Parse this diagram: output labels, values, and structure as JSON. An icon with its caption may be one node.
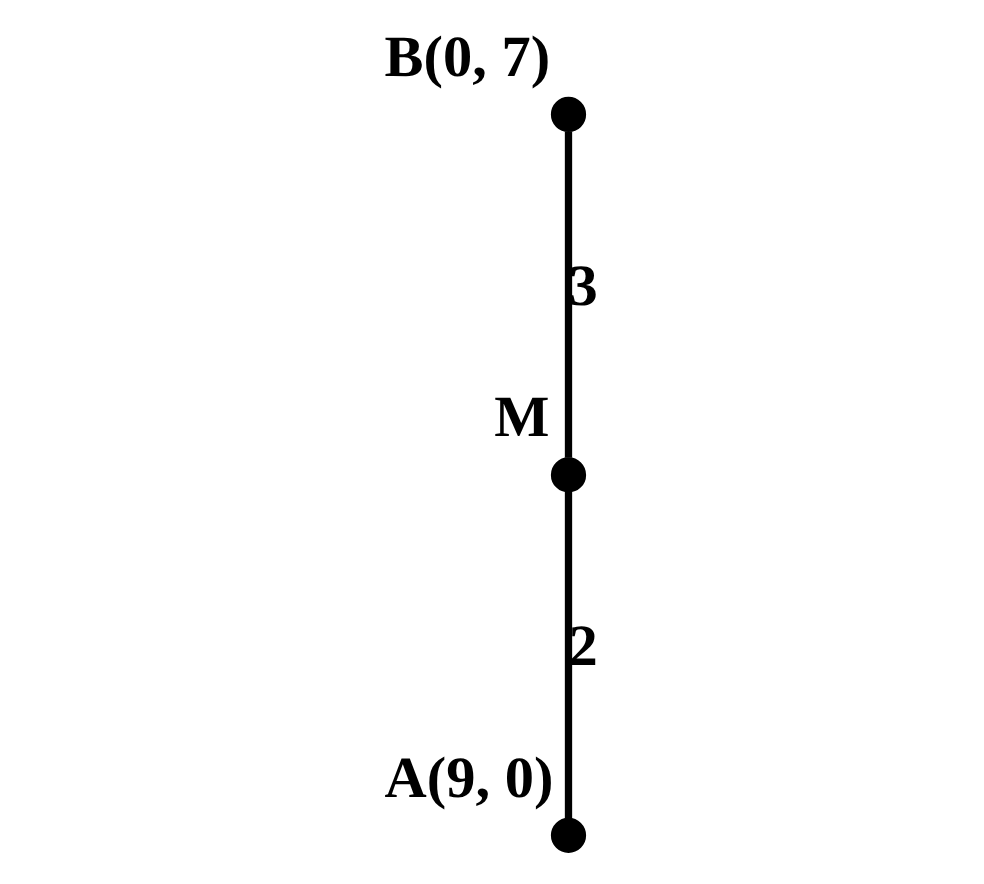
{
  "diagram": {
    "nodes": [
      {
        "text": [],
        "shape": "circle",
        "beside": [
          "B(0, 7)"
        ]
      },
      {
        "text": [],
        "shape": "circle",
        "beside": [
          "M"
        ]
      },
      {
        "text": [],
        "shape": "circle",
        "beside": [
          "A(9, 0)"
        ]
      }
    ],
    "edges": [
      {
        "from": 0,
        "to": 1,
        "arrow": "none",
        "label": "3"
      },
      {
        "from": 1,
        "to": 2,
        "arrow": "none",
        "label": "2"
      }
    ]
  }
}
